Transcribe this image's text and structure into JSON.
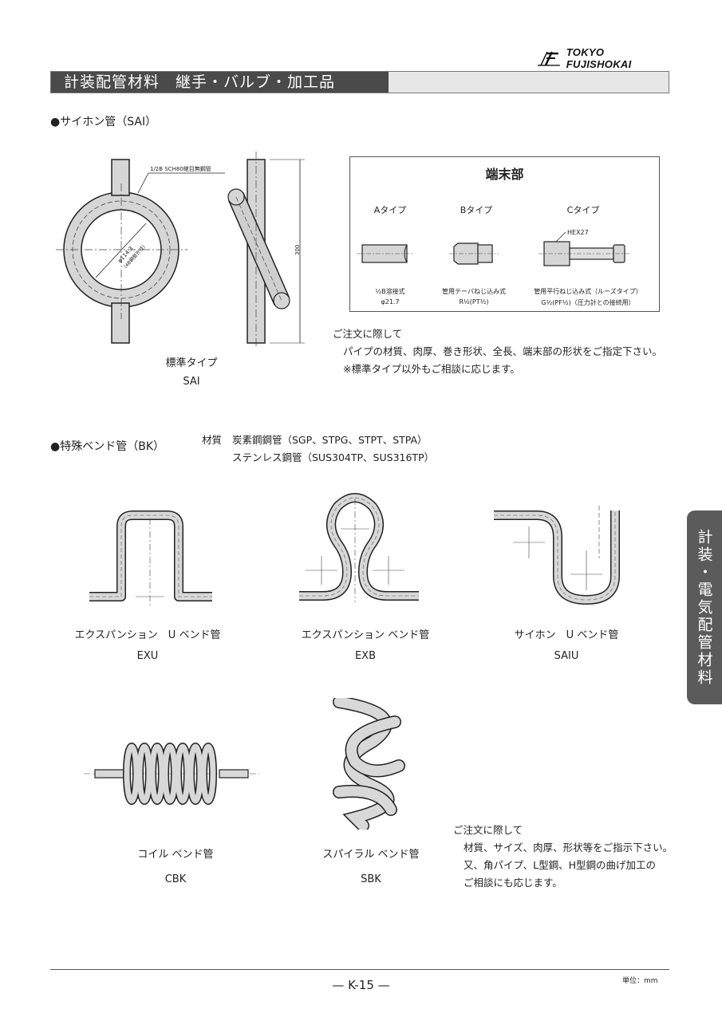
{
  "header": {
    "logo_text": "TOKYO FUJISHOKAI",
    "title": "計装配管材料　継手・バルブ・加工品"
  },
  "sai": {
    "section_title": "●サイホン管（SAI）",
    "drawing_labels": {
      "pipe_spec": "1/2B SCH80継目無鋼管",
      "diameter": "φ114.3",
      "diameter_note": "（4B鋼管外径）",
      "height": "300"
    },
    "caption": "標準タイプ",
    "code": "SAI",
    "end_box": {
      "title": "端末部",
      "types": [
        {
          "name": "Aタイプ",
          "desc": "½B溶接式",
          "spec": "φ21.7"
        },
        {
          "name": "Bタイプ",
          "desc": "管用テーパねじ込み式",
          "spec": "R½(PT½)"
        },
        {
          "name": "Cタイプ",
          "desc": "管用平行ねじ込み式（ルーズタイプ）",
          "spec": "G½(PF½)（圧力計との接続用）"
        }
      ],
      "hex_label": "HEX27"
    },
    "notes": [
      "ご注文に際して",
      "パイプの材質、肉厚、巻き形状、全長、端末部の形状をご指定下さい。",
      "※標準タイプ以外もご相談に応じます。"
    ]
  },
  "bk": {
    "section_title": "●特殊ベンド管（BK）",
    "material_label": "材質",
    "materials": [
      "炭素鋼鋼管（SGP、STPG、STPT、STPA）",
      "ステンレス鋼管（SUS304TP、SUS316TP）"
    ],
    "items": [
      {
        "caption": "エクスパンション　U ベンド管",
        "code": "EXU"
      },
      {
        "caption": "エクスパンション ベンド管",
        "code": "EXB"
      },
      {
        "caption": "サイホン　U ベンド管",
        "code": "SAIU"
      },
      {
        "caption": "コイル ベンド管",
        "code": "CBK"
      },
      {
        "caption": "スパイラル ベンド管",
        "code": "SBK"
      }
    ],
    "notes": [
      "ご注文に際して",
      "材質、サイズ、肉厚、形状等をご指示下さい。",
      "又、角パイプ、L型鋼、H型鋼の曲げ加工の",
      "ご相談にも応じます。"
    ]
  },
  "side_tab": "計装・電気配管材料",
  "footer": {
    "page": "— K-15 —",
    "unit": "単位：mm"
  }
}
